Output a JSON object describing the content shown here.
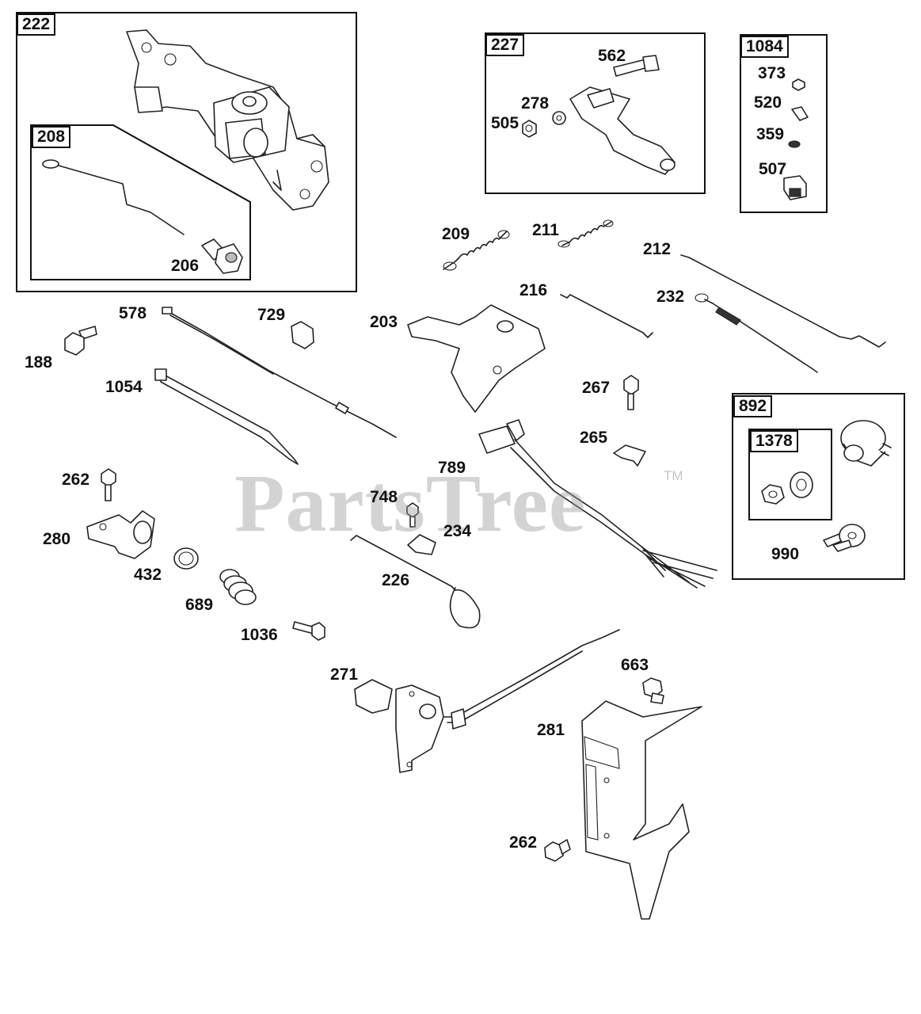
{
  "watermark": {
    "text": "PartsTree",
    "trademark": "TM"
  },
  "group_boxes": [
    {
      "id": "222",
      "label": "222"
    },
    {
      "id": "208",
      "label": "208"
    },
    {
      "id": "227",
      "label": "227"
    },
    {
      "id": "1084",
      "label": "1084"
    },
    {
      "id": "892",
      "label": "892"
    },
    {
      "id": "1378",
      "label": "1378"
    }
  ],
  "callouts": [
    {
      "id": "206",
      "label": "206"
    },
    {
      "id": "562",
      "label": "562"
    },
    {
      "id": "278",
      "label": "278"
    },
    {
      "id": "505",
      "label": "505"
    },
    {
      "id": "373",
      "label": "373"
    },
    {
      "id": "520",
      "label": "520"
    },
    {
      "id": "359",
      "label": "359"
    },
    {
      "id": "507",
      "label": "507"
    },
    {
      "id": "209",
      "label": "209"
    },
    {
      "id": "211",
      "label": "211"
    },
    {
      "id": "212",
      "label": "212"
    },
    {
      "id": "216",
      "label": "216"
    },
    {
      "id": "232",
      "label": "232"
    },
    {
      "id": "578",
      "label": "578"
    },
    {
      "id": "729",
      "label": "729"
    },
    {
      "id": "203",
      "label": "203"
    },
    {
      "id": "188",
      "label": "188"
    },
    {
      "id": "1054",
      "label": "1054"
    },
    {
      "id": "267",
      "label": "267"
    },
    {
      "id": "265",
      "label": "265"
    },
    {
      "id": "789",
      "label": "789"
    },
    {
      "id": "262a",
      "label": "262"
    },
    {
      "id": "748",
      "label": "748"
    },
    {
      "id": "234",
      "label": "234"
    },
    {
      "id": "280",
      "label": "280"
    },
    {
      "id": "432",
      "label": "432"
    },
    {
      "id": "226",
      "label": "226"
    },
    {
      "id": "689",
      "label": "689"
    },
    {
      "id": "1036",
      "label": "1036"
    },
    {
      "id": "990",
      "label": "990"
    },
    {
      "id": "271",
      "label": "271"
    },
    {
      "id": "663",
      "label": "663"
    },
    {
      "id": "281",
      "label": "281"
    },
    {
      "id": "262b",
      "label": "262"
    }
  ]
}
